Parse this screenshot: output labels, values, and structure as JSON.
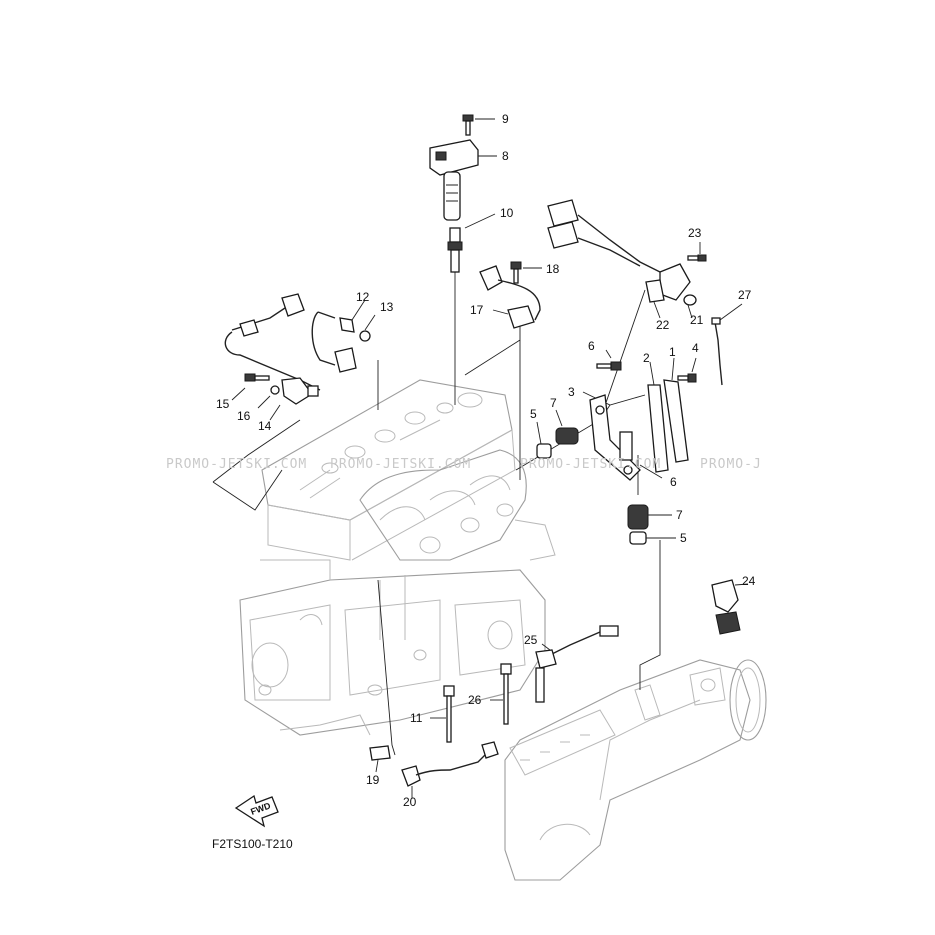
{
  "diagram": {
    "code": "F2TS100-T210",
    "fwd_label": "FWD",
    "watermark": [
      "PROMO-JETSKI.COM",
      "PROMO-JETSKI.COM",
      "PROMO-JETSKI.COM",
      "PROMO-J"
    ],
    "labels": {
      "p1": "1",
      "p2": "2",
      "p3": "3",
      "p4": "4",
      "p5a": "5",
      "p5b": "5",
      "p6a": "6",
      "p6b": "6",
      "p7a": "7",
      "p7b": "7",
      "p8": "8",
      "p9": "9",
      "p10": "10",
      "p11": "11",
      "p12": "12",
      "p13": "13",
      "p14": "14",
      "p15": "15",
      "p16": "16",
      "p17": "17",
      "p18": "18",
      "p19": "19",
      "p20": "20",
      "p21": "21",
      "p22": "22",
      "p23": "23",
      "p24": "24",
      "p25": "25",
      "p26": "26",
      "p27": "27"
    }
  }
}
